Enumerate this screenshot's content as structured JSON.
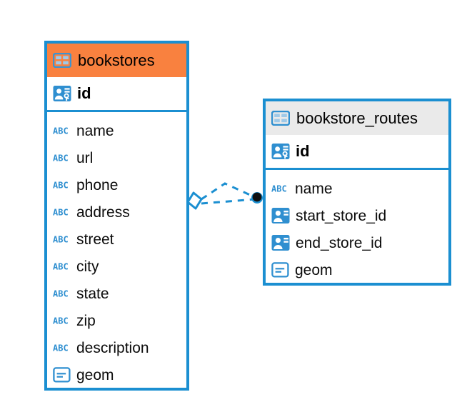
{
  "diagram": {
    "kind": "entity-relationship-diagram",
    "background": "#ffffff",
    "accent_color": "#1b8fd1",
    "header_highlight_color": "#f9813f",
    "header_default_color": "#eaeaea",
    "text_color": "#000000"
  },
  "entities": [
    {
      "name": "bookstores",
      "title": "bookstores",
      "header_style": "highlighted",
      "header_icon": "table-icon",
      "primary_key": {
        "name": "id",
        "icon": "primary-key-icon"
      },
      "fields": [
        {
          "name": "name",
          "icon": "text-type-icon"
        },
        {
          "name": "url",
          "icon": "text-type-icon"
        },
        {
          "name": "phone",
          "icon": "text-type-icon"
        },
        {
          "name": "address",
          "icon": "text-type-icon"
        },
        {
          "name": "street",
          "icon": "text-type-icon"
        },
        {
          "name": "city",
          "icon": "text-type-icon"
        },
        {
          "name": "state",
          "icon": "text-type-icon"
        },
        {
          "name": "zip",
          "icon": "text-type-icon"
        },
        {
          "name": "description",
          "icon": "text-type-icon"
        },
        {
          "name": "geom",
          "icon": "geometry-type-icon"
        }
      ]
    },
    {
      "name": "bookstore_routes",
      "title": "bookstore_routes",
      "header_style": "default",
      "header_icon": "table-icon",
      "primary_key": {
        "name": "id",
        "icon": "primary-key-icon"
      },
      "fields": [
        {
          "name": "name",
          "icon": "text-type-icon"
        },
        {
          "name": "start_store_id",
          "icon": "foreign-key-icon"
        },
        {
          "name": "end_store_id",
          "icon": "foreign-key-icon"
        },
        {
          "name": "geom",
          "icon": "geometry-type-icon"
        }
      ]
    }
  ],
  "relationship": {
    "from_entity": "bookstores",
    "to_entity": "bookstore_routes",
    "line_style": "dashed",
    "color": "#1b8fd1",
    "source_marker": "diamond-marker",
    "target_marker": "dot-marker",
    "branches": 2
  },
  "icon_glyphs": {
    "text_type_label": "ABC"
  }
}
